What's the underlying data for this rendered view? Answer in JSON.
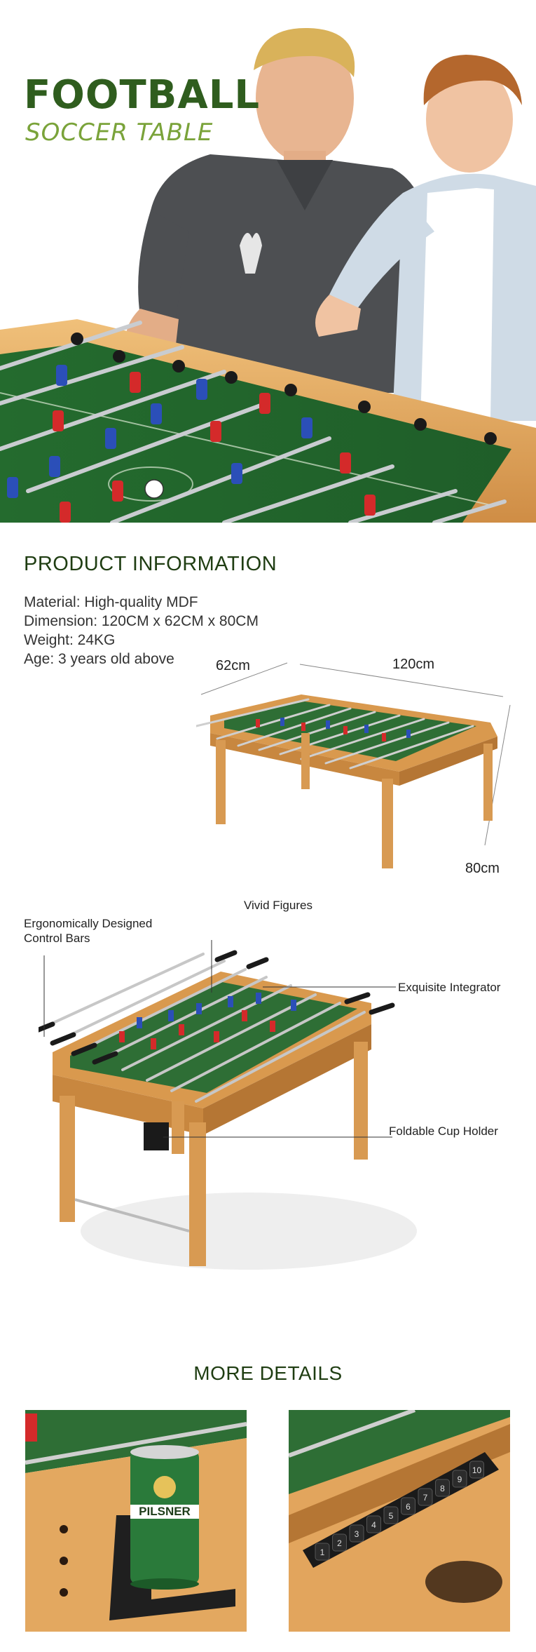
{
  "hero": {
    "title_line1": "FOOTBALL",
    "title_line2": "SOCCER TABLE"
  },
  "product_info": {
    "heading": "PRODUCT INFORMATION",
    "specs": [
      "Material: High-quality MDF",
      "Dimension: 120CM x 62CM x 80CM",
      "Weight: 24KG",
      "Age: 3 years old above"
    ],
    "dimensions": {
      "width_label": "62cm",
      "length_label": "120cm",
      "height_label": "80cm"
    }
  },
  "features": {
    "control_bars": "Ergonomically Designed\nControl Bars",
    "figures": "Vivid Figures",
    "integrator": "Exquisite Integrator",
    "cup_holder": "Foldable Cup Holder"
  },
  "more_details": {
    "heading": "MORE DETAILS",
    "can_brand": "PILSNER",
    "score_digits": [
      "1",
      "2",
      "3",
      "4",
      "5",
      "6",
      "7",
      "8",
      "9",
      "10"
    ]
  },
  "colors": {
    "title_dark_green": "#2f5d1e",
    "title_light_green": "#7aa33a",
    "wood": "#e0a35b",
    "field_green": "#2f7a3a"
  }
}
